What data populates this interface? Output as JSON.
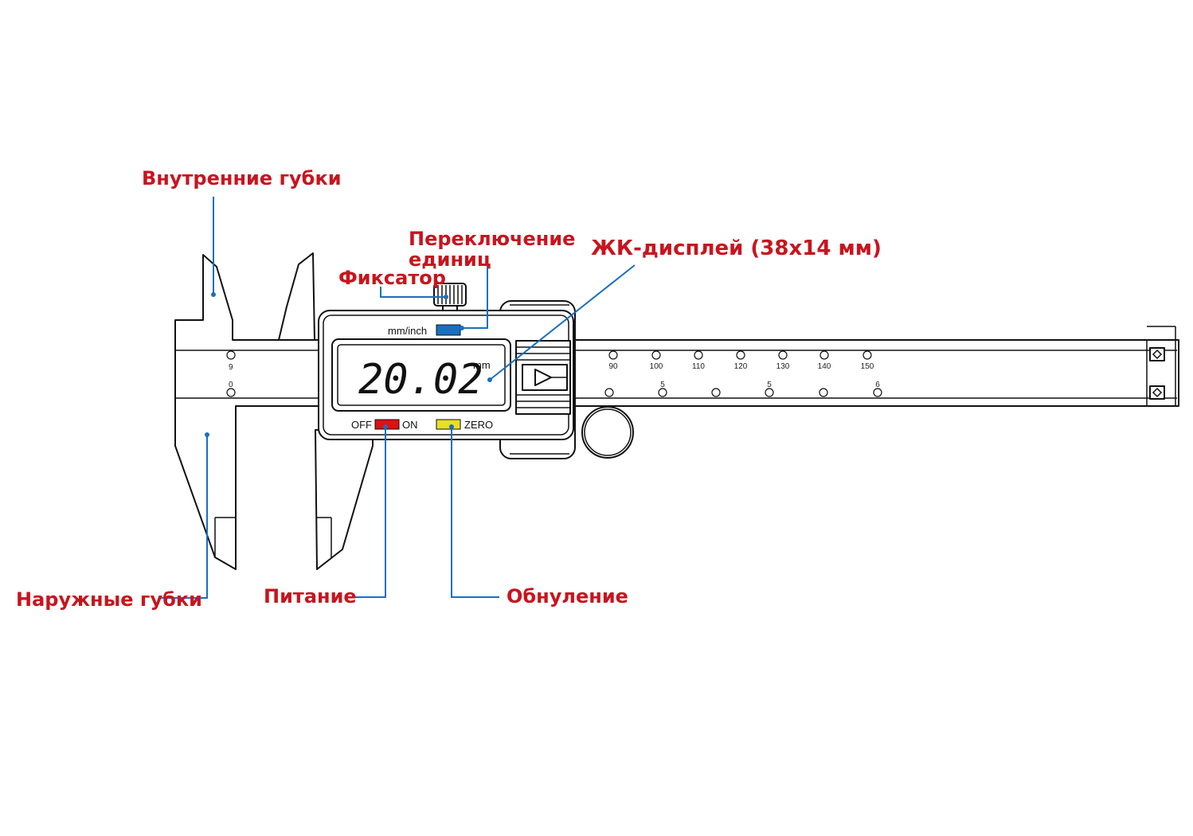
{
  "labels": {
    "inner_jaws": "Внутренние губки",
    "unit_switch_line1": "Переключение",
    "unit_switch_line2": "единиц",
    "lock": "Фиксатор",
    "lcd": "ЖК-дисплей (38x14 мм)",
    "outer_jaws": "Наружные губки",
    "power": "Питание",
    "zero": "Обнуление"
  },
  "device": {
    "lcd_reading": "20.02",
    "lcd_unit": "mm",
    "unit_button_label": "mm/inch",
    "off_label": "OFF",
    "on_label": "ON",
    "zero_label": "ZERO"
  },
  "scale": {
    "main_numbers": [
      "90",
      "100",
      "110",
      "120",
      "130",
      "140",
      "150"
    ],
    "inch_numbers": [
      "5",
      "5",
      "6"
    ],
    "left_top_number": "9",
    "left_bottom_number": "0"
  },
  "colors": {
    "label_text": "#c8141e",
    "leader_line": "#1a6fc0",
    "unit_button": "#1a6fc0",
    "power_button": "#e01010",
    "zero_button": "#e8e020"
  }
}
